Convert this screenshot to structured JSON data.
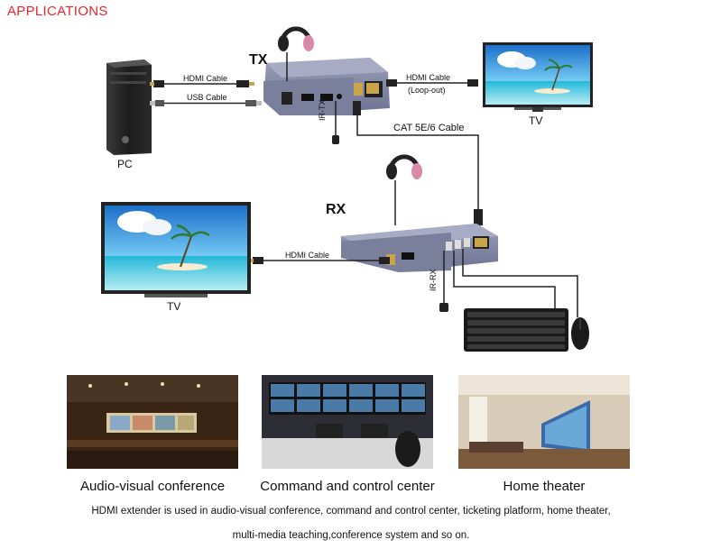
{
  "heading": "APPLICATIONS",
  "diagram": {
    "tx_label": "TX",
    "rx_label": "RX",
    "pc_label": "PC",
    "tv_top_label": "TV",
    "tv_left_label": "TV",
    "cable_hdmi_pc": "HDMI Cable",
    "cable_usb_pc": "USB Cable",
    "cable_hdmi_loop": "HDMI Cable",
    "cable_loop_note": "(Loop-out)",
    "cable_cat": "CAT 5E/6 Cable",
    "cable_hdmi_rx": "HDMI Cable",
    "ir_tx": "IR-TX",
    "ir_rx": "IR-RX"
  },
  "photos": [
    {
      "caption": "Audio-visual conference"
    },
    {
      "caption": "Command and control center"
    },
    {
      "caption": "Home theater"
    }
  ],
  "description": {
    "line1": "HDMI extender is used in audio-visual conference, command and control center, ticketing platform, home theater,",
    "line2": "multi-media teaching,conference system and so on."
  }
}
